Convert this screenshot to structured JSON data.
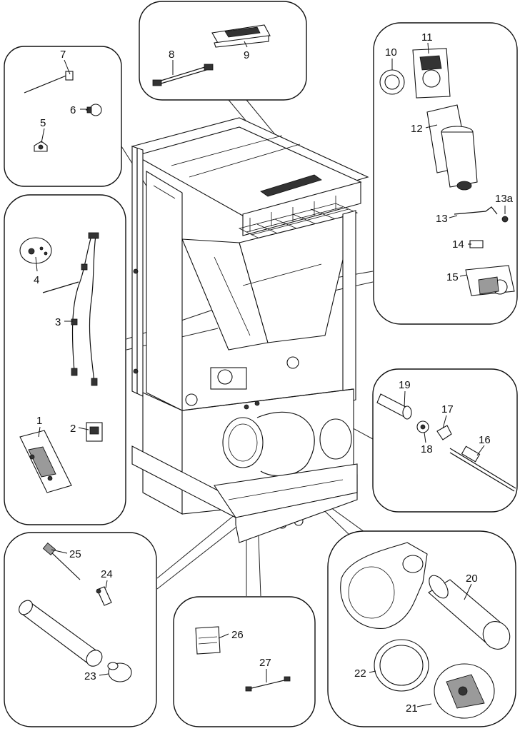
{
  "callouts": {
    "c1": "1",
    "c2": "2",
    "c3": "3",
    "c4": "4",
    "c5": "5",
    "c6": "6",
    "c7": "7",
    "c8": "8",
    "c9": "9",
    "c10": "10",
    "c11": "11",
    "c12": "12",
    "c13": "13",
    "c13a": "13a",
    "c14": "14",
    "c15": "15",
    "c16": "16",
    "c17": "17",
    "c18": "18",
    "c19": "19",
    "c20": "20",
    "c21": "21",
    "c22": "22",
    "c23": "23",
    "c24": "24",
    "c25": "25",
    "c26": "26",
    "c27": "27"
  }
}
